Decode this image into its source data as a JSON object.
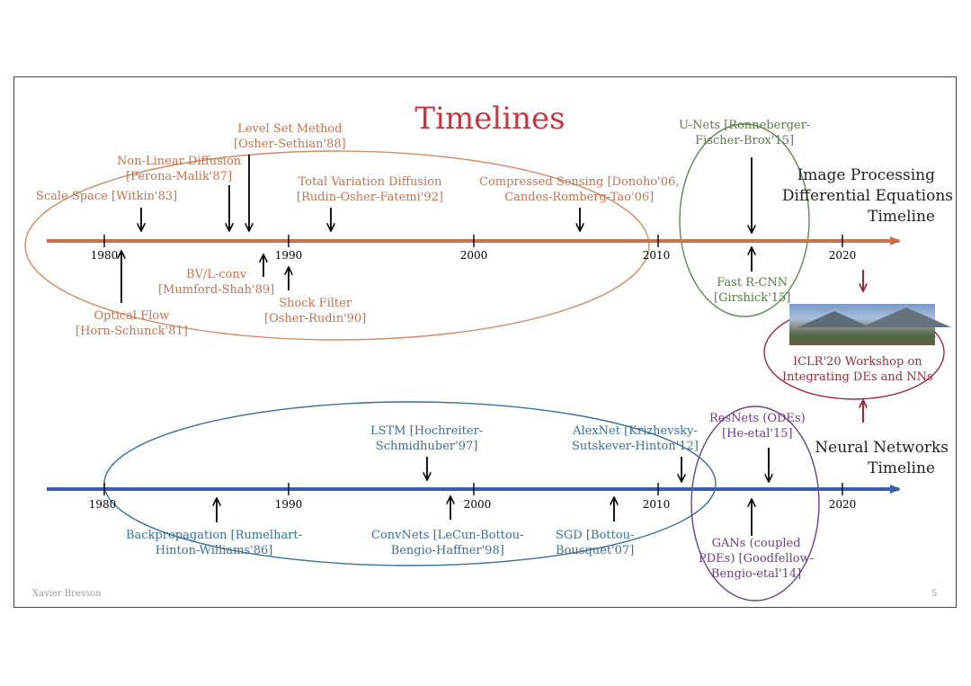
{
  "title": "Timelines",
  "ip_timeline": {
    "label_lines": [
      "Image Processing",
      "Differential Equations",
      "Timeline"
    ],
    "ticks": [
      "1980",
      "1990",
      "2000",
      "2010",
      "2020"
    ],
    "events_above": [
      {
        "id": "scale",
        "lines": [
          "Scale Space [Witkin'83]"
        ]
      },
      {
        "id": "nonlin",
        "lines": [
          "Non-Linear Diffusion",
          "[Perona-Malik'87]"
        ]
      },
      {
        "id": "levelset",
        "lines": [
          "Level Set Method",
          "[Osher-Sethian'88]"
        ]
      },
      {
        "id": "tv",
        "lines": [
          "Total Variation Diffusion",
          "[Rudin-Osher-Fatemi'92]"
        ]
      },
      {
        "id": "cs",
        "lines": [
          "Compressed Sensing [Donoho'06,",
          "Candes-Romberg-Tao'06]"
        ]
      },
      {
        "id": "unet",
        "lines": [
          "U-Nets [Ronneberger-",
          "Fischer-Brox'15]"
        ]
      }
    ],
    "events_below": [
      {
        "id": "optflow",
        "lines": [
          "Optical Flow",
          "[Horn-Schunck'81]"
        ]
      },
      {
        "id": "bvl",
        "lines": [
          "BV/L-conv",
          "[Mumford-Shah'89]"
        ]
      },
      {
        "id": "shock",
        "lines": [
          "Shock Filter",
          "[Osher-Rudin'90]"
        ]
      },
      {
        "id": "frcnn",
        "lines": [
          "Fast R-CNN",
          "[Girshick'15]"
        ]
      }
    ]
  },
  "nn_timeline": {
    "label_lines": [
      "Neural Networks",
      "Timeline"
    ],
    "ticks": [
      "1980",
      "1990",
      "2000",
      "2010",
      "2020"
    ],
    "events_above": [
      {
        "id": "lstm",
        "lines": [
          "LSTM [Hochreiter-",
          "Schmidhuber'97]"
        ]
      },
      {
        "id": "alexnet",
        "lines": [
          "AlexNet [Krizhevsky-",
          "Sutskever-Hinton'12]"
        ]
      },
      {
        "id": "resnet",
        "lines": [
          "ResNets (ODEs)",
          "[He-etal'15]"
        ]
      }
    ],
    "events_below": [
      {
        "id": "backprop",
        "lines": [
          "Backpropagation [Rumelhart-",
          "Hinton-Williams'86]"
        ]
      },
      {
        "id": "convnet",
        "lines": [
          "ConvNets [LeCun-Bottou-",
          "Bengio-Haffner'98]"
        ]
      },
      {
        "id": "sgd",
        "lines": [
          "SGD [Bottou-",
          "Bousquet'07]"
        ]
      },
      {
        "id": "gan",
        "lines": [
          "GANs (coupled",
          "PDEs) [Goodfellow-",
          "Bengio-etal'14]"
        ]
      }
    ]
  },
  "workshop": {
    "lines": [
      "ICLR'20 Workshop on",
      "Integrating DEs and NNs"
    ]
  },
  "footer": {
    "author": "Xavier Bresson",
    "page": "5"
  },
  "colors": {
    "ip": "#c8714e",
    "nn": "#3b6e9a",
    "unet_ellipse": "#5a8a4e",
    "gan_ellipse": "#6a3f86",
    "workshop": "#9c2b3a",
    "title": "#c8343f"
  }
}
